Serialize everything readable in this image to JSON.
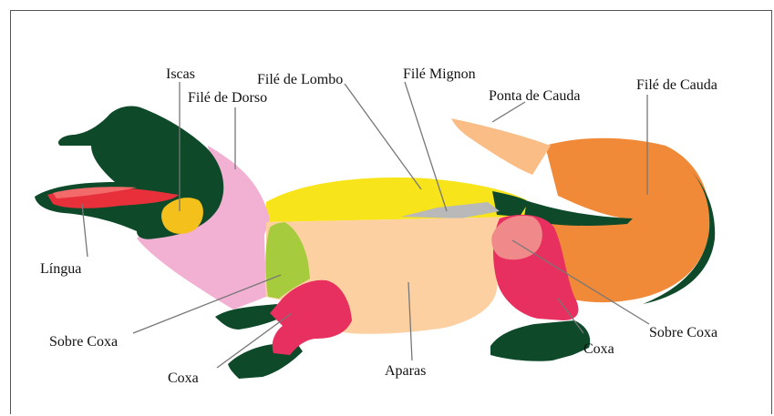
{
  "colors": {
    "dark_green": "#0e4a2a",
    "pink": "#f2b0d2",
    "yellow": "#f7e41a",
    "gray": "#b9b9b9",
    "peach": "#fcd0a1",
    "orange": "#f08a38",
    "light_orange": "#fbbd86",
    "lime": "#a6cc3e",
    "crimson": "#e83060",
    "salmon": "#f08a8a",
    "tongue_red": "#e8303a",
    "tongue_light": "#f26a6a",
    "gold": "#f4c01c"
  },
  "labels": {
    "iscas": "Iscas",
    "file_dorso": "Filé de Dorso",
    "file_lombo": "Filé de Lombo",
    "file_mignon": "Filé Mignon",
    "ponta_cauda": "Ponta de Cauda",
    "file_cauda": "Filé de Cauda",
    "lingua": "Língua",
    "sobre_coxa_left": "Sobre Coxa",
    "coxa_left": "Coxa",
    "aparas": "Aparas",
    "coxa_right": "Coxa",
    "sobre_coxa_right": "Sobre Coxa"
  }
}
